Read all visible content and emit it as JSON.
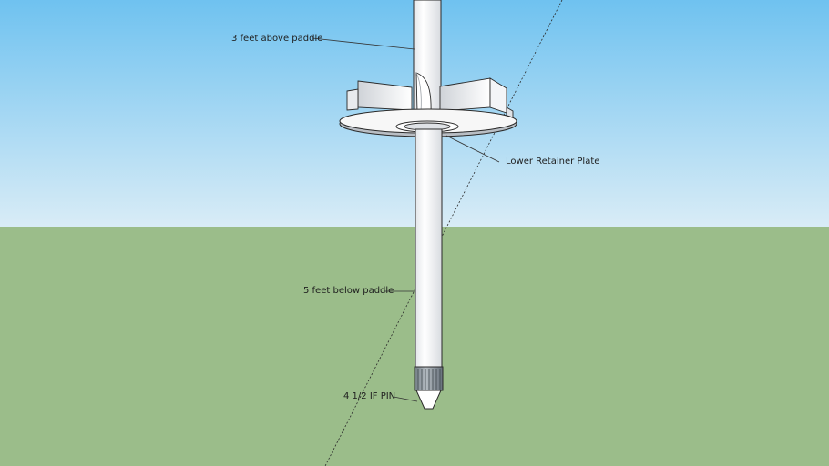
{
  "labels": {
    "above": "3 feet above paddle",
    "plate": "Lower Retainer Plate",
    "below": "5 feet below paddle",
    "pin": "4 1/2 IF PIN"
  },
  "colors": {
    "sky_top": "#6fc2f0",
    "sky_bottom": "#d9ecf6",
    "ground": "#9bbd8a",
    "shaft": "#f2f3f5",
    "shaft_shade": "#d8dbe0",
    "outline": "#2a2a2a",
    "plate_top": "#f7f7f7",
    "plate_edge": "#b9bec4",
    "pin": "#8a949c",
    "leader": "#333333"
  }
}
